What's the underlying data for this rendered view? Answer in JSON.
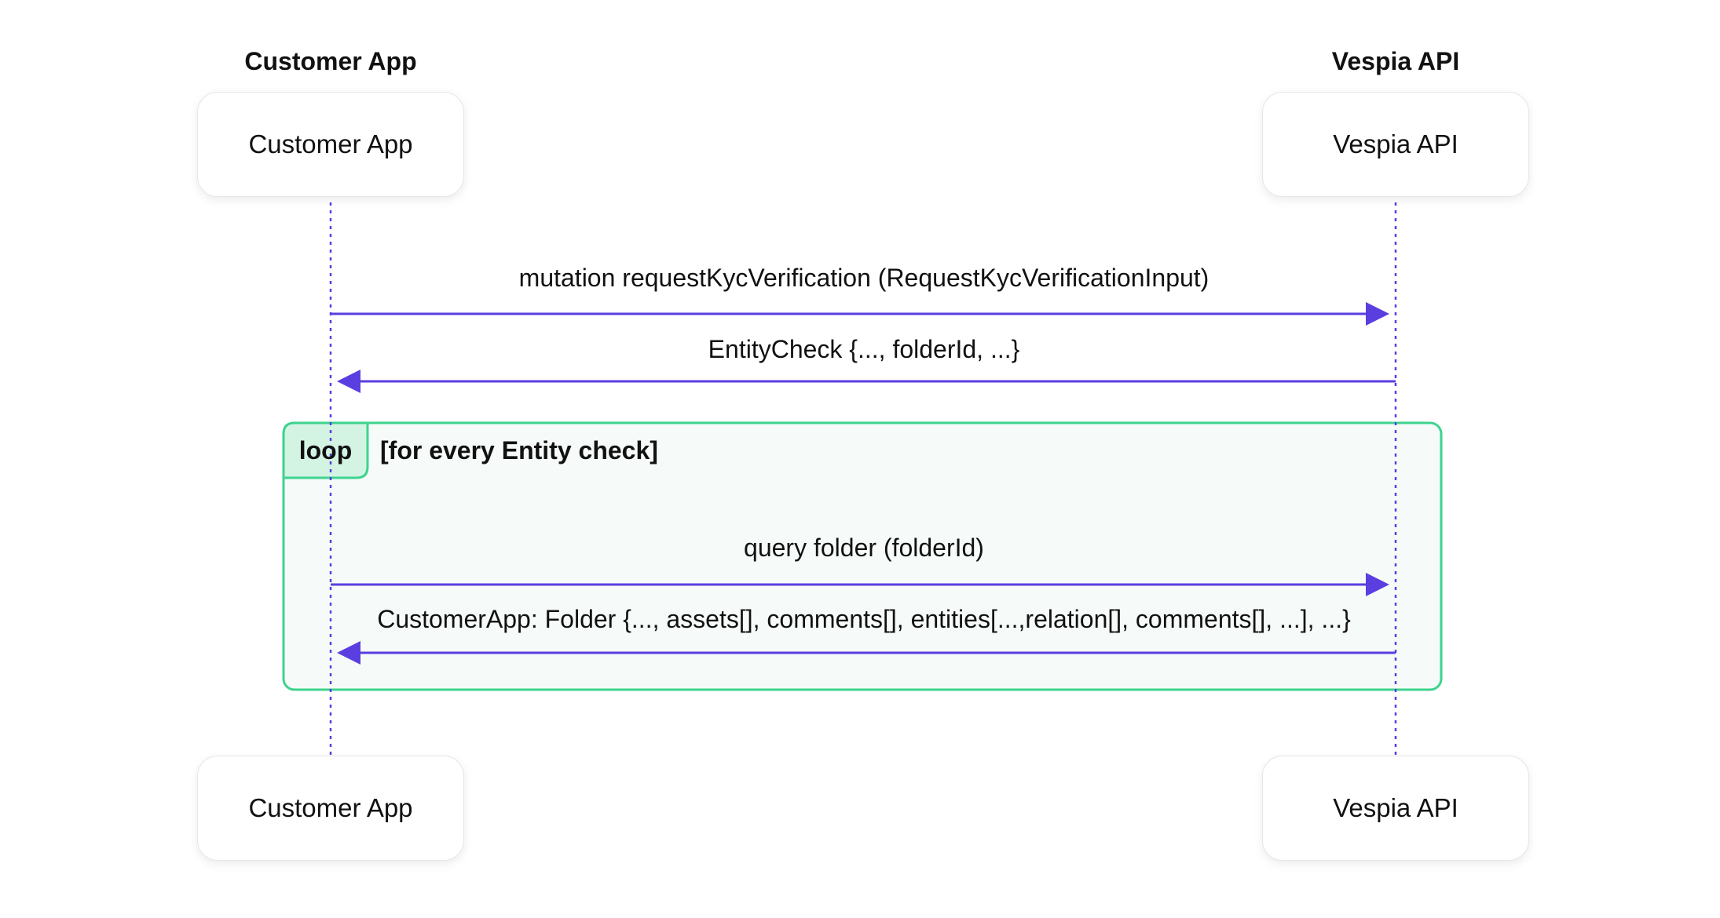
{
  "participants": {
    "left": {
      "heading": "Customer App",
      "label": "Customer App"
    },
    "right": {
      "heading": "Vespia API",
      "label": "Vespia API"
    }
  },
  "messages": [
    {
      "label": "mutation requestKycVerification (RequestKycVerificationInput)",
      "direction": "left-to-right"
    },
    {
      "label": "EntityCheck {..., folderId, ...}",
      "direction": "right-to-left"
    },
    {
      "label": "query folder (folderId)",
      "direction": "left-to-right"
    },
    {
      "label": "CustomerApp: Folder {..., assets[], comments[], entities[...,relation[], comments[], ...], ...}",
      "direction": "right-to-left"
    }
  ],
  "loop": {
    "keyword": "loop",
    "guard": "[for every Entity check]"
  },
  "colors": {
    "arrow": "#5b3ee0",
    "lifeline": "#5b3ee0",
    "loop_border": "#3ed38e",
    "loop_fill": "#f6fbf9",
    "loop_tab_fill": "#d3f3e3"
  }
}
